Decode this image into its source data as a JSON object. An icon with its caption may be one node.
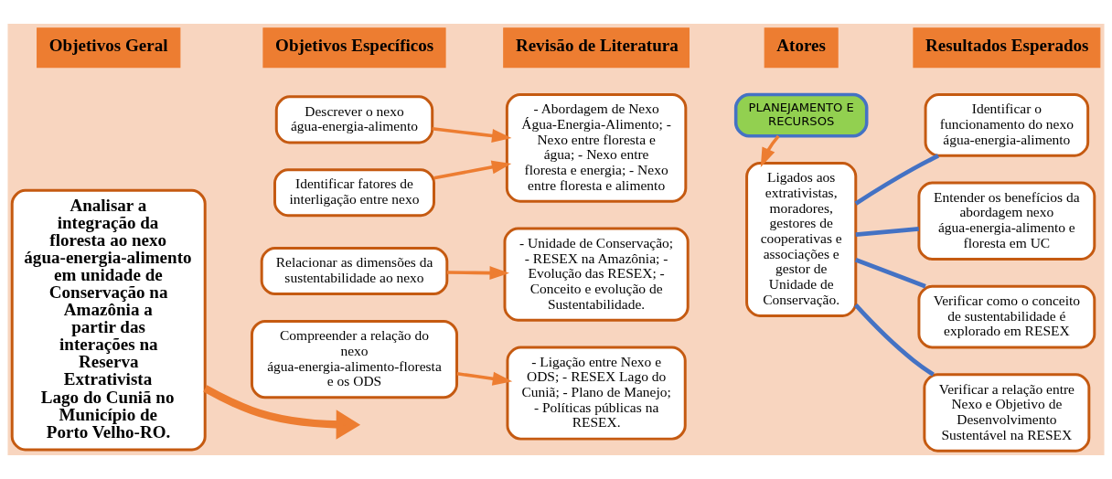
{
  "diagram": {
    "nodes": [
      {
        "text": [
          "Objetivos Geral"
        ]
      },
      {
        "text": [
          "Analisar a integração da floresta ao nexo água-energia-alimento em unidade de Conservação na Amazônia a partir das interações na Reserva Extrativista Lago do Cuniã no Município de Porto Velho-RO."
        ]
      },
      {
        "text": [
          "Objetivos Específicos"
        ]
      },
      {
        "text": [
          "Descrever o nexo água-energia-alimento"
        ]
      },
      {
        "text": [
          "Identificar fatores de interligação entre nexo"
        ]
      },
      {
        "text": [
          "Relacionar as dimensões da sustentabilidade ao nexo"
        ]
      },
      {
        "text": [
          "Compreender a relação do nexo água-energia-alimento-floresta e os ODS"
        ]
      },
      {
        "text": [
          "Revisão de Literatura"
        ]
      },
      {
        "text": [
          "- Abordagem de Nexo Água-Energia-Alimento; - Nexo entre floresta e água; - Nexo entre floresta e energia; - Nexo entre floresta e alimento"
        ]
      },
      {
        "text": [
          "- Unidade de Conservação; - RESEX na Amazônia; - Evolução das RESEX; - Conceito e evolução de Sustentabilidade."
        ]
      },
      {
        "text": [
          "- Ligação entre Nexo e ODS; - RESEX Lago do Cuniã; - Plano de Manejo; - Políticas públicas na RESEX."
        ]
      },
      {
        "text": [
          "Atores"
        ]
      },
      {
        "text": [
          "PLANEJAMENTO E RECURSOS"
        ]
      },
      {
        "text": [
          "Ligados aos extrativistas, moradores, gestores de cooperativas e associações e gestor de Unidade de Conservação."
        ]
      },
      {
        "text": [
          "Resultados Esperados"
        ]
      },
      {
        "text": [
          "Identificar o funcionamento do nexo água-energia-alimento"
        ]
      },
      {
        "text": [
          "Entender os benefícios da abordagem nexo água-energia-alimento e floresta em UC"
        ]
      },
      {
        "text": [
          "Verificar como o conceito de sustentabilidade é explorado em RESEX"
        ]
      },
      {
        "text": [
          "Verificar a relação entre Nexo e Objetivo de Desenvolvimento Sustentável na RESEX"
        ]
      }
    ],
    "edges": [
      {
        "from": 1,
        "to": null,
        "arrow": "to",
        "style": "thick"
      },
      {
        "from": 3,
        "to": 8,
        "arrow": "to"
      },
      {
        "from": 4,
        "to": 8,
        "arrow": "to"
      },
      {
        "from": 5,
        "to": 9,
        "arrow": "to"
      },
      {
        "from": 6,
        "to": 10,
        "arrow": "to"
      },
      {
        "from": 12,
        "to": 13,
        "arrow": "to"
      },
      {
        "from": 13,
        "to": 15,
        "arrow": "none",
        "color": "#4472c4"
      },
      {
        "from": 13,
        "to": 16,
        "arrow": "none",
        "color": "#4472c4"
      },
      {
        "from": 13,
        "to": 17,
        "arrow": "none",
        "color": "#4472c4"
      },
      {
        "from": 13,
        "to": 18,
        "arrow": "none",
        "color": "#4472c4"
      }
    ]
  }
}
